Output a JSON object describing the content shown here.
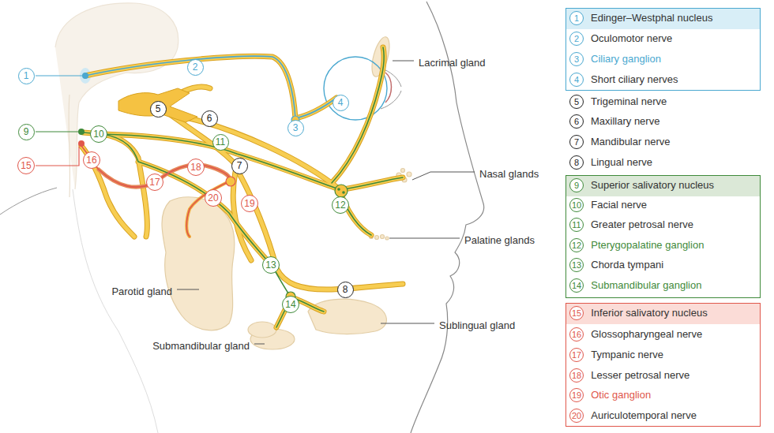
{
  "diagram": {
    "nodes": [
      {
        "text": [
          "1"
        ]
      },
      {
        "text": [
          "2"
        ]
      },
      {
        "text": [
          "3"
        ]
      },
      {
        "text": [
          "4"
        ]
      },
      {
        "text": [
          "5"
        ]
      },
      {
        "text": [
          "6"
        ]
      },
      {
        "text": [
          "7"
        ]
      },
      {
        "text": [
          "8"
        ]
      },
      {
        "text": [
          "9"
        ]
      },
      {
        "text": [
          "10"
        ]
      },
      {
        "text": [
          "11"
        ]
      },
      {
        "text": [
          "12"
        ]
      },
      {
        "text": [
          "13"
        ]
      },
      {
        "text": [
          "14"
        ]
      },
      {
        "text": [
          "15"
        ]
      },
      {
        "text": [
          "16"
        ]
      },
      {
        "text": [
          "17"
        ]
      },
      {
        "text": [
          "18"
        ]
      },
      {
        "text": [
          "19"
        ]
      },
      {
        "text": [
          "20"
        ]
      },
      {
        "text": [
          "1",
          "Edinger–Westphal nucleus"
        ]
      },
      {
        "text": [
          "2",
          "Oculomotor nerve"
        ]
      },
      {
        "text": [
          "3",
          "Ciliary ganglion"
        ]
      },
      {
        "text": [
          "4",
          "Short ciliary nerves"
        ]
      },
      {
        "text": [
          "5",
          "Trigeminal nerve"
        ]
      },
      {
        "text": [
          "6",
          "Maxillary nerve"
        ]
      },
      {
        "text": [
          "7",
          "Mandibular nerve"
        ]
      },
      {
        "text": [
          "8",
          "Lingual nerve"
        ]
      },
      {
        "text": [
          "9",
          "Superior salivatory nucleus"
        ]
      },
      {
        "text": [
          "10",
          "Facial nerve"
        ]
      },
      {
        "text": [
          "11",
          "Greater petrosal nerve"
        ]
      },
      {
        "text": [
          "12",
          "Pterygopalatine ganglion"
        ]
      },
      {
        "text": [
          "13",
          "Chorda tympani"
        ]
      },
      {
        "text": [
          "14",
          "Submandibular ganglion"
        ]
      },
      {
        "text": [
          "15",
          "Inferior salivatory nucleus"
        ]
      },
      {
        "text": [
          "16",
          "Glossopharyngeal nerve"
        ]
      },
      {
        "text": [
          "17",
          "Tympanic nerve"
        ]
      },
      {
        "text": [
          "18",
          "Lesser petrosal nerve"
        ]
      },
      {
        "text": [
          "19",
          "Otic ganglion"
        ]
      },
      {
        "text": [
          "20",
          "Auriculotemporal nerve"
        ]
      }
    ],
    "labels": [
      "Lacrimal gland",
      "Nasal glands",
      "Palatine glands",
      "Parotid gland",
      "Submandibular gland",
      "Sublingual gland"
    ]
  }
}
